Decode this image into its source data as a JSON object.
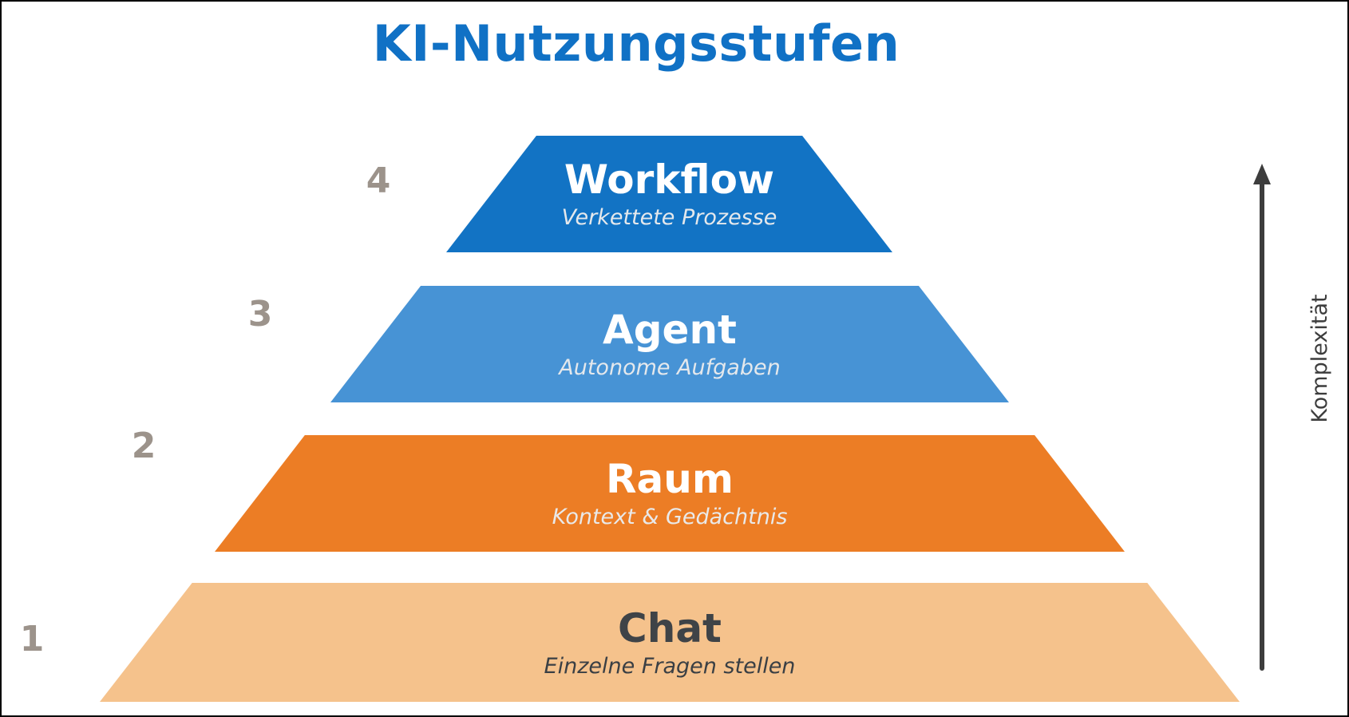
{
  "title": {
    "text": "KI-Nutzungsstufen",
    "color": "#1071C5"
  },
  "levels": [
    {
      "number": "4",
      "name": "Workflow",
      "subtitle": "Verkettete Prozesse",
      "color": "#1273C4",
      "title_color": "#FFFFFF",
      "subtitle_color": "#E4E8EC"
    },
    {
      "number": "3",
      "name": "Agent",
      "subtitle": "Autonome Aufgaben",
      "color": "#4793D5",
      "title_color": "#FFFFFF",
      "subtitle_color": "#E4E8EC"
    },
    {
      "number": "2",
      "name": "Raum",
      "subtitle": "Kontext & Gedächtnis",
      "color": "#EC7D25",
      "title_color": "#FFFFFF",
      "subtitle_color": "#E9E9E9"
    },
    {
      "number": "1",
      "name": "Chat",
      "subtitle": "Einzelne Fragen stellen",
      "color": "#F5C28C",
      "title_color": "#3F4347",
      "subtitle_color": "#3A3F44"
    }
  ],
  "axis": {
    "label": "Komplexität",
    "arrow_color": "#3D3D3D",
    "label_color": "#3D3D3D"
  },
  "colors": {
    "background": "#FFFFFF",
    "border": "#000000",
    "number_gray": "#9C938B"
  }
}
